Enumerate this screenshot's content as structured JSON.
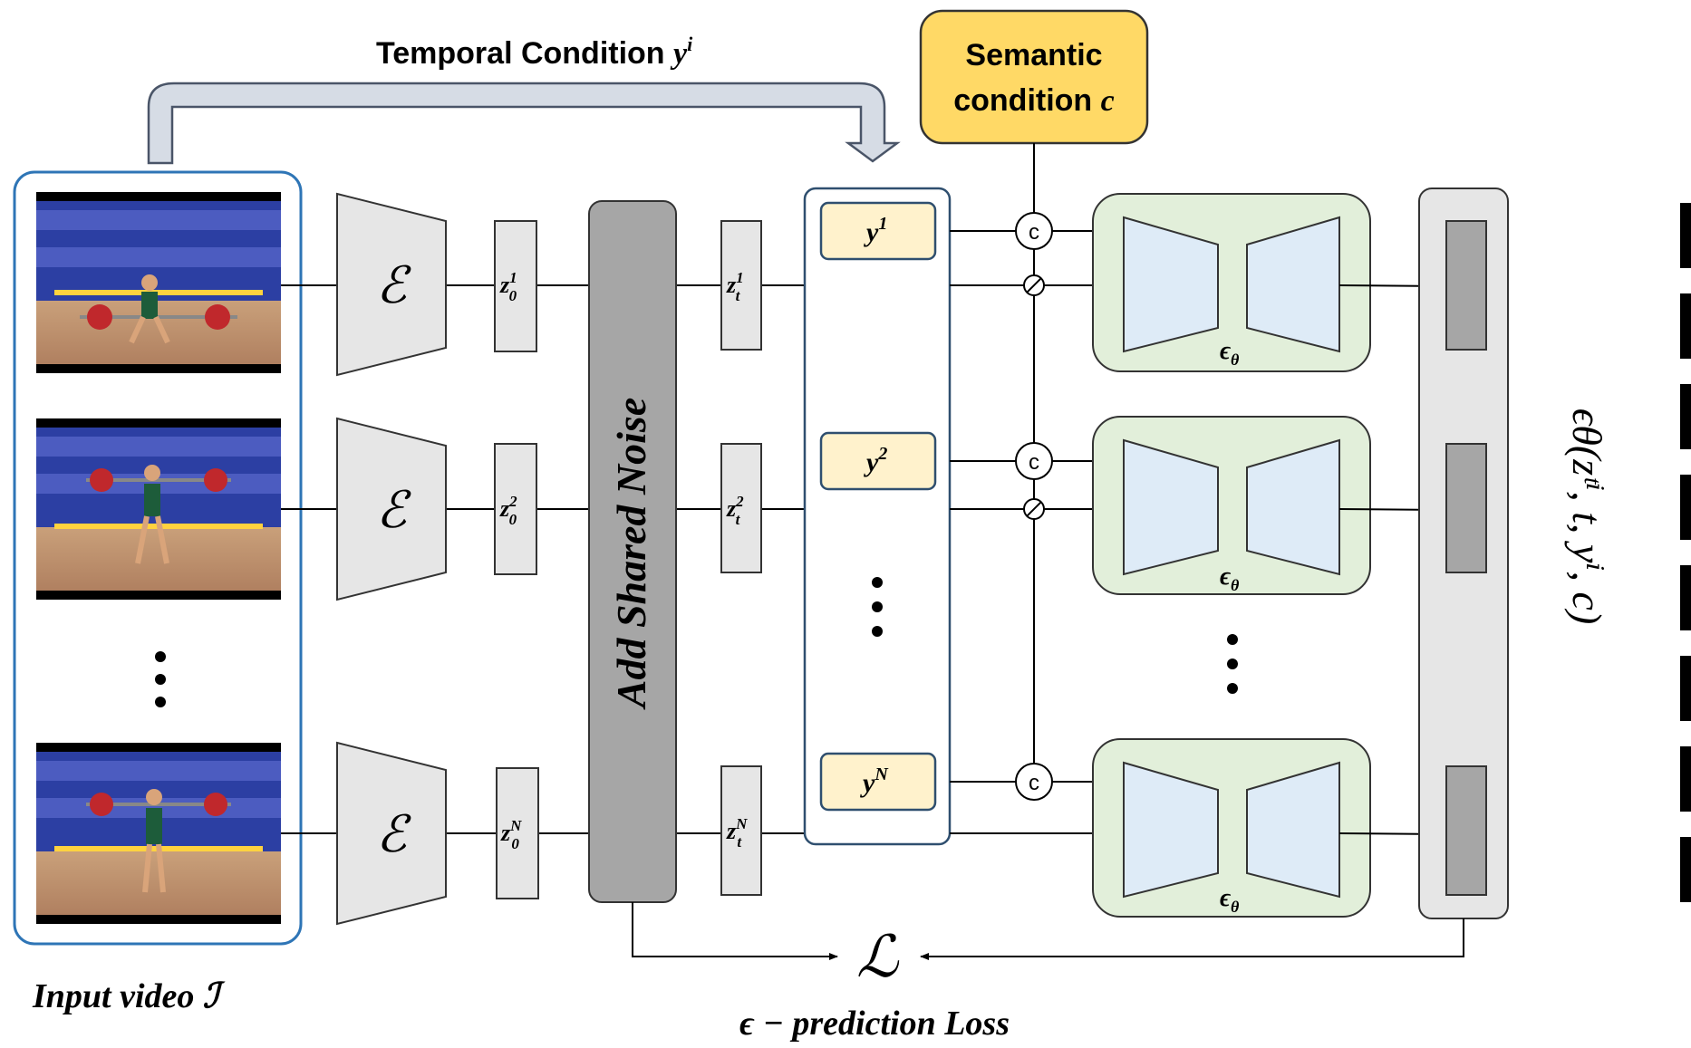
{
  "temporal_condition": {
    "label": "Temporal Condition ",
    "symbol": "y",
    "superscript": "i"
  },
  "semantic_condition": {
    "line1": "Semantic",
    "line2": "condition ",
    "symbol": "c"
  },
  "input_video": {
    "label": "Input video ",
    "symbol": "ℐ",
    "frame_icons": [
      "weightlifter-frame",
      "weightlifter-frame",
      "weightlifter-frame"
    ]
  },
  "encoder": {
    "symbol": "ℰ"
  },
  "latents_clean": [
    {
      "base": "z",
      "sup": "1",
      "sub": "0"
    },
    {
      "base": "z",
      "sup": "2",
      "sub": "0"
    },
    {
      "base": "z",
      "sup": "N",
      "sub": "0"
    }
  ],
  "noise_block": {
    "label": "Add Shared Noise"
  },
  "latents_noisy": [
    {
      "base": "z",
      "sup": "1",
      "sub": "t"
    },
    {
      "base": "z",
      "sup": "2",
      "sub": "t"
    },
    {
      "base": "z",
      "sup": "N",
      "sub": "t"
    }
  ],
  "temporal_tokens": [
    {
      "base": "y",
      "sup": "1"
    },
    {
      "base": "y",
      "sup": "2"
    },
    {
      "base": "y",
      "sup": "N"
    }
  ],
  "concat_symbol": "c",
  "denoiser": {
    "base": "ϵ",
    "sub": "θ"
  },
  "output_label": "ϵθ(zᵗⁱ, t, yⁱ, c)",
  "loss": {
    "symbol": "ℒ",
    "caption": "ϵ − prediction Loss"
  },
  "colors": {
    "frame_border": "#2e75b6",
    "semantic_fill": "#ffd966",
    "token_fill": "#fff2cc",
    "token_border": "#2f4f6f",
    "unet_bg": "#e2efda",
    "unet_trap": "#deebf7",
    "noise_fill": "#a6a6a6",
    "gray_box": "#e6e6e6",
    "arrow_fill": "#d6dce5"
  }
}
